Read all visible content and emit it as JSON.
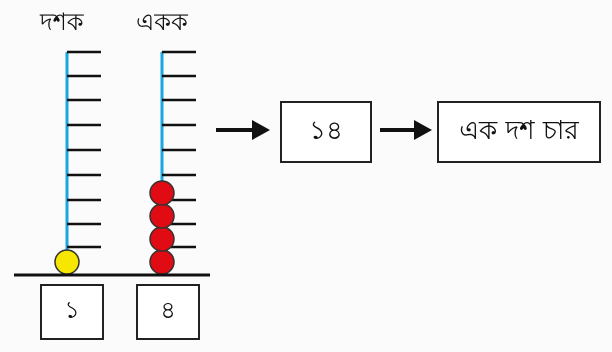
{
  "abacus": {
    "rods": [
      {
        "label": "দশক",
        "beads": 1,
        "bead_color": "#f6e600",
        "digit": "১"
      },
      {
        "label": "একক",
        "beads": 4,
        "bead_color": "#e10b13",
        "digit": "৪"
      }
    ],
    "rod_color": "#1aa6e0"
  },
  "result": {
    "number": "১৪",
    "words": "এক দশ চার"
  }
}
